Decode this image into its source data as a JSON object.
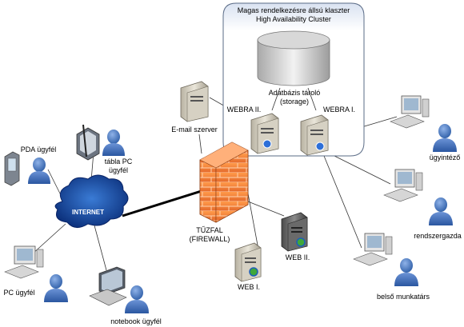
{
  "cluster": {
    "title_line1": "Magas rendelkezésre állsú klaszter",
    "title_line2": "High Availability Cluster",
    "storage_line1": "Adatbázis tároló",
    "storage_line2": "(storage)",
    "webra2": "WEBRA II.",
    "webra1": "WEBRA I."
  },
  "nodes": {
    "email": "E-mail szerver",
    "firewall_line1": "TŰZFAL",
    "firewall_line2": "(FIREWALL)",
    "web1": "WEB I.",
    "web2": "WEB II.",
    "internet": "INTERNET",
    "pda": "PDA ügyfél",
    "tablet_line1": "tábla PC",
    "tablet_line2": "ügyfél",
    "pc_client": "PC ügyfél",
    "notebook": "notebook ügyfél",
    "clerk": "ügyintéző",
    "sysadmin": "rendszergazda",
    "internal": "belső munkatárs"
  }
}
